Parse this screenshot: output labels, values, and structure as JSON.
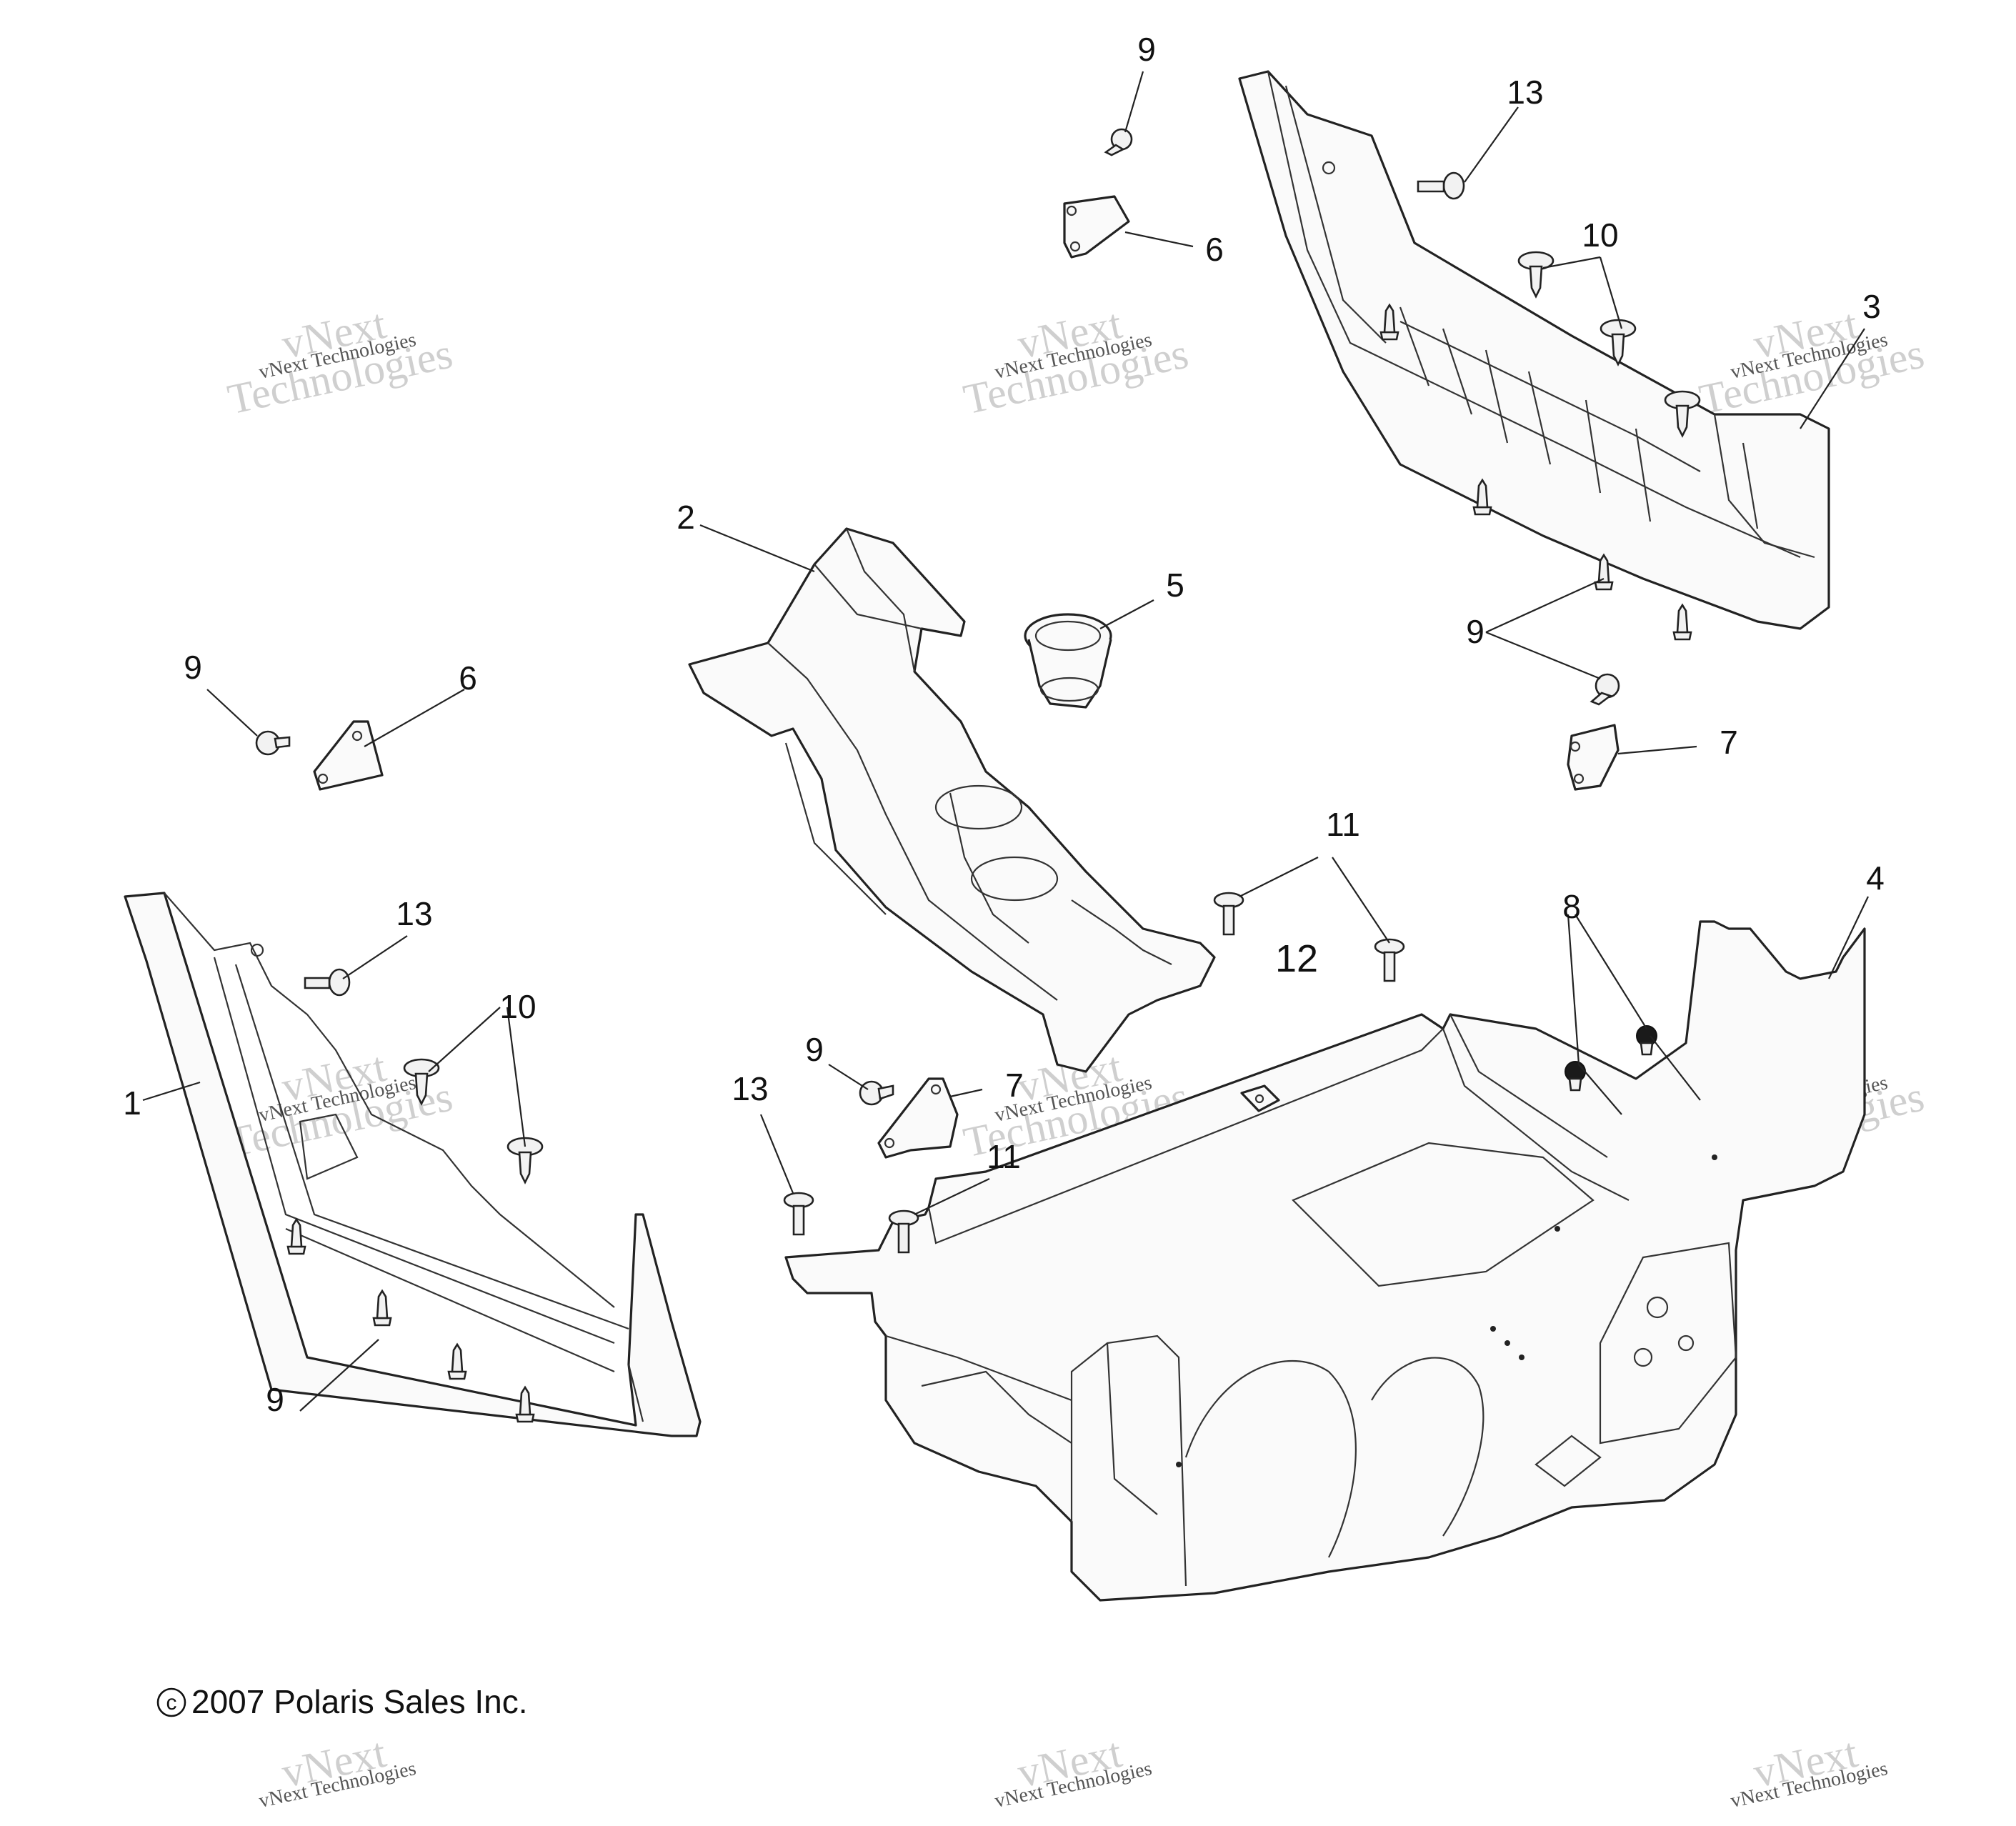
{
  "copyright": "2007 Polaris Sales Inc.",
  "copyright_symbol": "c",
  "watermark": {
    "big": "vNext Technologies",
    "big_line1": "vNext",
    "big_line2": "Technologies",
    "small": "vNext Technologies"
  },
  "callouts": {
    "c1": "1",
    "c2": "2",
    "c3": "3",
    "c4": "4",
    "c5": "5",
    "c6a": "6",
    "c6b": "6",
    "c7a": "7",
    "c7b": "7",
    "c8": "8",
    "c9a": "9",
    "c9b": "9",
    "c9c": "9",
    "c9d": "9",
    "c9e": "9",
    "c10a": "10",
    "c10b": "10",
    "c11a": "11",
    "c11b": "11",
    "c12": "12",
    "c13a": "13",
    "c13b": "13",
    "c13c": "13"
  }
}
